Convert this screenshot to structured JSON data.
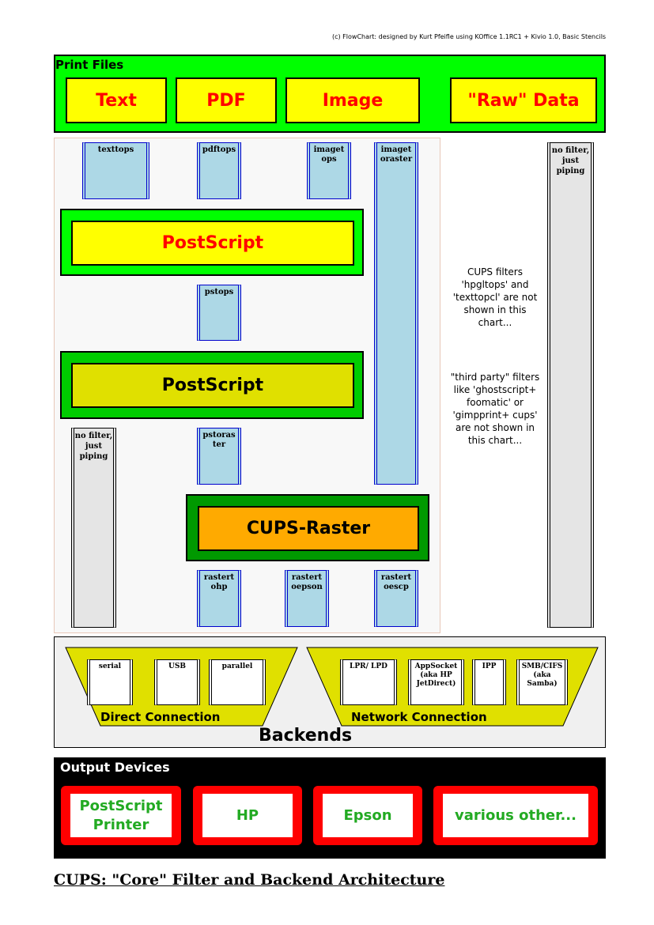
{
  "credit": "(c) FlowChart: designed by Kurt Pfeifle using KOffice 1.1RC1 + Kivio 1.0, Basic Stencils",
  "print_files": {
    "title": "Print Files",
    "items": [
      "Text",
      "PDF",
      "Image",
      "\"Raw\" Data"
    ]
  },
  "filters": {
    "texttops": "texttops",
    "pdftops": "pdftops",
    "imagetops": "imaget ops",
    "imagetoraster": "imaget oraster",
    "pstops": "pstops",
    "pstoraster": "pstoras ter",
    "rastertohp": "rastert ohp",
    "rastertoepson": "rastert oepson",
    "rastertoescp": "rastert oescp"
  },
  "pipes": {
    "left": "no filter, just piping",
    "right": "no filter, just piping"
  },
  "postscript_1": "PostScript",
  "postscript_2": "PostScript",
  "cups_raster": "CUPS-Raster",
  "notes": {
    "note_1": "CUPS filters 'hpgltops' and 'texttopcl' are not shown in this chart...",
    "note_2": "\"third party\" filters like 'ghostscript+ foomatic' or 'gimpprint+ cups' are not shown in this chart..."
  },
  "backends": {
    "title": "Backends",
    "direct": {
      "label": "Direct Connection",
      "items": [
        "serial",
        "USB",
        "parallel"
      ]
    },
    "network": {
      "label": "Network Connection",
      "items": [
        "LPR/ LPD",
        "AppSocket (aka HP JetDirect)",
        "IPP",
        "SMB/CIFS (aka Samba)"
      ]
    }
  },
  "output_devices": {
    "title": "Output Devices",
    "items": [
      "PostScript Printer",
      "HP",
      "Epson",
      "various other..."
    ]
  },
  "caption": "CUPS: \"Core\" Filter and Backend Architecture",
  "colors": {
    "bright_green": "#00ff00",
    "dark_green": "#009900",
    "yellow": "#ffff00",
    "olive_yellow": "#e0e000",
    "orange": "#ffaa00",
    "filter_blue": "#add8e6",
    "red": "#ff0000",
    "device_text_green": "#22aa22"
  }
}
